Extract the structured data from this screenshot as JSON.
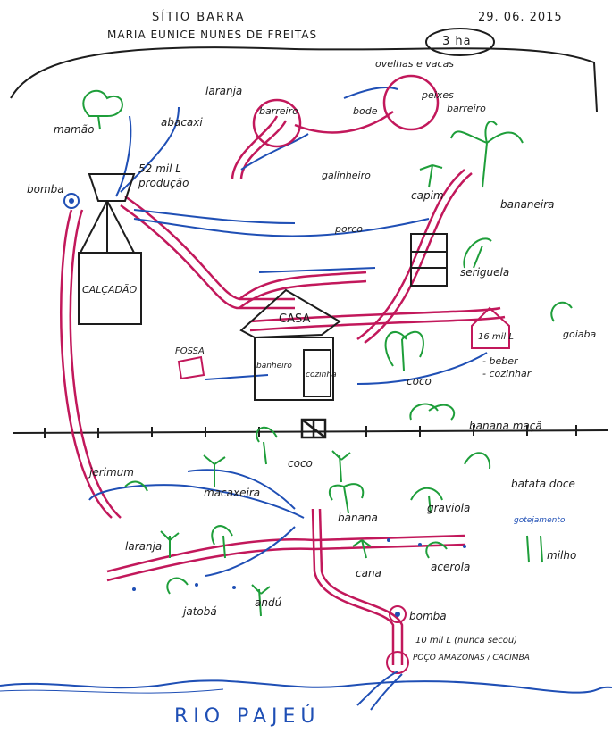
{
  "header": {
    "site": "SÍTIO BARRA",
    "owner": "MARIA EUNICE NUNES DE FREITAS",
    "date": "29. 06. 2015",
    "area": "3 ha"
  },
  "labels": {
    "mamao": "mamão",
    "laranja_top": "laranja",
    "abacaxi": "abacaxi",
    "bomba_top": "bomba",
    "cisterna_52": "52 mil L",
    "producao": "produção",
    "calcadao": "CALÇADÃO",
    "barreiro_left": "barreiro",
    "ovelhas": "ovelhas e vacas",
    "bode": "bode",
    "peixes": "peixes",
    "barreiro_right": "barreiro",
    "galinheiro": "galinheiro",
    "porco": "porco",
    "capim": "capim",
    "bananeira": "bananeira",
    "seriguela": "seriguela",
    "casa": "CASA",
    "banheiro": "banheiro",
    "cozinha": "cozinha",
    "fossa": "FOSSA",
    "coco_house": "coco",
    "cisterna_16": "16 mil L",
    "beber": "- beber",
    "cozinhar": "- cozinhar",
    "goiaba": "goiaba",
    "jerimum": "jerimum",
    "coco_low": "coco",
    "macaxeira": "macaxeira",
    "banana_maca": "banana maçã",
    "batata_doce": "batata doce",
    "banana_low": "banana",
    "graviola": "graviola",
    "gotejamento": "gotejamento",
    "laranja_low": "laranja",
    "cana": "cana",
    "acerola": "acerola",
    "milho": "milho",
    "jatoba": "jatobá",
    "andu": "andú",
    "bomba_low": "bomba",
    "poco_cap": "10 mil L (nunca secou)",
    "poco": "POÇO AMAZONAS / CACIMBA",
    "rio": "RIO PAJEÚ"
  },
  "colors": {
    "pipe": "#c2185b",
    "flow": "#1f4fb5",
    "plant": "#1e9e3a",
    "ink": "#1d1d1d",
    "female": "#6a1b9a"
  }
}
